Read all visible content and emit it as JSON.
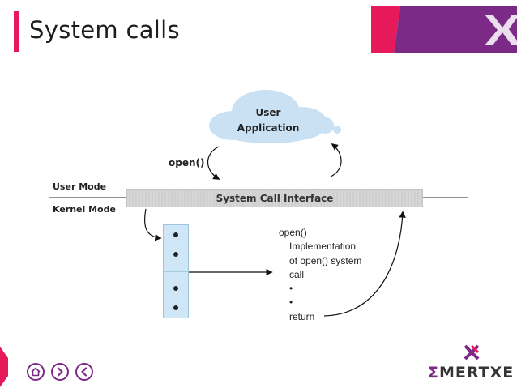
{
  "slide": {
    "title": "System calls"
  },
  "diagram": {
    "user_mode_label": "User Mode",
    "kernel_mode_label": "Kernel Mode",
    "interface_label": "System Call Interface",
    "cloud_line1": "User",
    "cloud_line2": "Application",
    "call_label": "open()",
    "implementation_lines": [
      "open()",
      "Implementation",
      "of open() system",
      "call",
      "•",
      "•",
      "return"
    ]
  },
  "brand": {
    "name": "MERTXE"
  },
  "nav": {
    "buttons": [
      "home-icon",
      "chevron-right-icon",
      "chevron-left-icon"
    ]
  },
  "colors": {
    "accent": "#e6195a",
    "purple": "#7b2a86",
    "cloud": "#c9e1f3",
    "stack": "#cfe6f6"
  }
}
